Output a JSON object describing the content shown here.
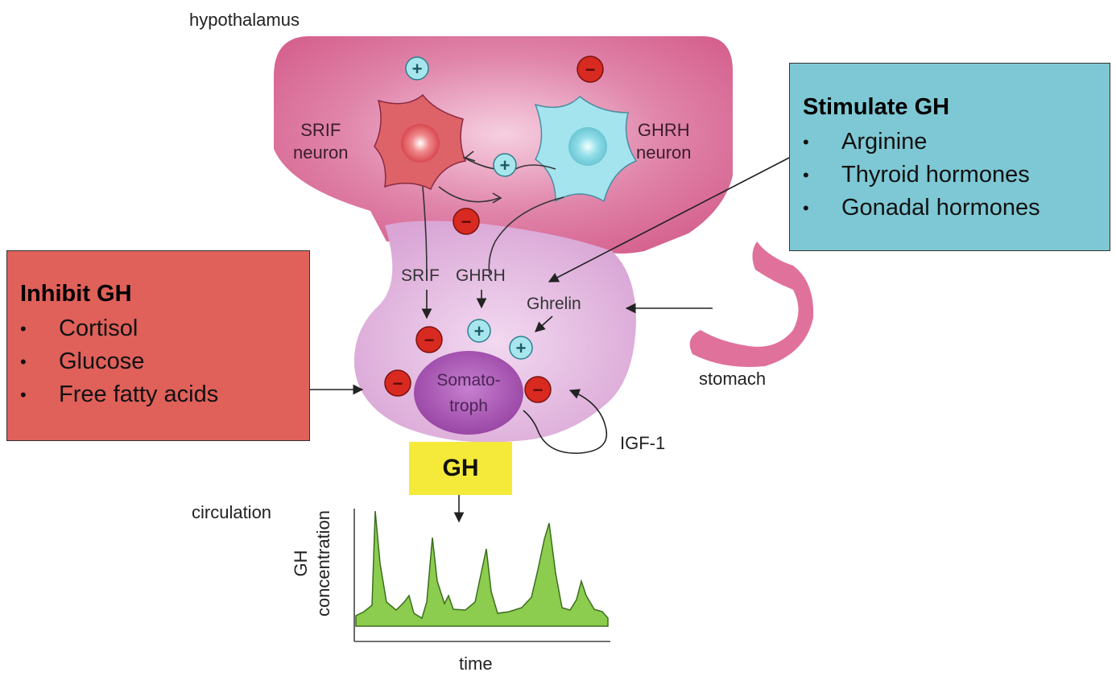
{
  "labels": {
    "hypothalamus": "hypothalamus",
    "srif_neuron_line1": "SRIF",
    "srif_neuron_line2": "neuron",
    "ghrh_neuron_line1": "GHRH",
    "ghrh_neuron_line2": "neuron",
    "srif": "SRIF",
    "ghrh": "GHRH",
    "ghrelin": "Ghrelin",
    "somatotroph_line1": "Somato-",
    "somatotroph_line2": "troph",
    "stomach": "stomach",
    "igf1": "IGF-1",
    "circulation": "circulation",
    "graph_ylabel_line1": "GH",
    "graph_ylabel_line2": "concentration",
    "graph_xlabel": "time"
  },
  "gh_box": {
    "label": "GH",
    "color": "#f5e93a"
  },
  "stimulate_box": {
    "title": "Stimulate GH",
    "items": [
      "Arginine",
      "Thyroid hormones",
      "Gonadal hormones"
    ],
    "color": "#7dc8d4"
  },
  "inhibit_box": {
    "title": "Inhibit GH",
    "items": [
      "Cortisol",
      "Glucose",
      "Free fatty acids"
    ],
    "color": "#e0605a"
  },
  "signs": {
    "plus": "+",
    "minus": "−"
  },
  "colors": {
    "hypothalamus": "#d9658f",
    "pituitary": "#e2b2dc",
    "somatotroph": "#a552ae",
    "srif_neuron": "#dd5e62",
    "ghrh_neuron": "#9fe3ec",
    "plus_sign": "#a8e6ee",
    "minus_sign": "#d82a20",
    "stomach": "#e0719b",
    "pulse_fill": "#8ccc4e"
  }
}
